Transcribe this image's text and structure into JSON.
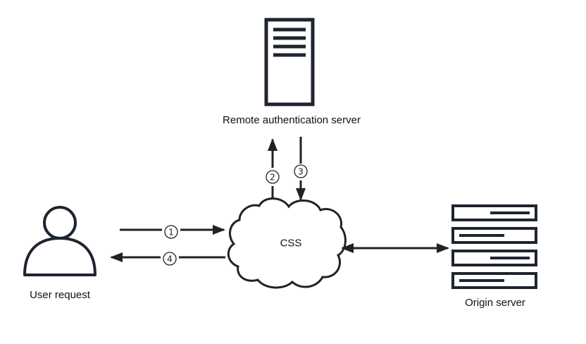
{
  "nodes": {
    "auth_server": {
      "label": "Remote authentication server",
      "icon": "server-tower-icon"
    },
    "user": {
      "label": "User request",
      "icon": "user-icon"
    },
    "css": {
      "label": "CSS",
      "icon": "cloud-icon"
    },
    "origin": {
      "label": "Origin server",
      "icon": "server-rack-icon"
    }
  },
  "steps": [
    {
      "id": "1",
      "marker": "1",
      "from": "user",
      "to": "css"
    },
    {
      "id": "2",
      "marker": "2",
      "from": "css",
      "to": "auth_server"
    },
    {
      "id": "3",
      "marker": "3",
      "from": "auth_server",
      "to": "css"
    },
    {
      "id": "4",
      "marker": "4",
      "from": "css",
      "to": "user"
    }
  ],
  "links": [
    {
      "from": "css",
      "to": "origin",
      "bidirectional": true
    }
  ],
  "colors": {
    "stroke": "#1e2530",
    "text": "#111111"
  }
}
